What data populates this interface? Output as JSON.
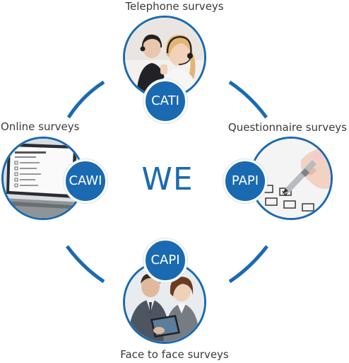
{
  "center": {
    "label": "WE"
  },
  "nodes": {
    "top": {
      "badge": "CATI",
      "caption": "Telephone surveys"
    },
    "left": {
      "badge": "CAWI",
      "caption": "Online surveys"
    },
    "right": {
      "badge": "PAPI",
      "caption": "Questionnaire surveys"
    },
    "bottom": {
      "badge": "CAPI",
      "caption": "Face to face surveys"
    }
  },
  "colors": {
    "accent": "#1a6ab1",
    "caption_text": "#3a3a3a",
    "background": "#ffffff"
  },
  "icons": {
    "top": "call-center-agents-photo",
    "left": "laptop-online-form-photo",
    "right": "pen-on-questionnaire-photo",
    "bottom": "people-with-tablet-photo"
  }
}
